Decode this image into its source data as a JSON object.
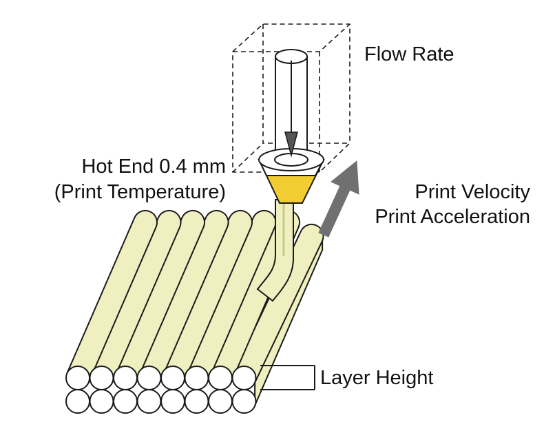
{
  "labels": {
    "flow_rate": "Flow Rate",
    "hot_end": "Hot End 0.4 mm",
    "print_temperature": "(Print Temperature)",
    "print_velocity": "Print Velocity",
    "print_acceleration": "Print Acceleration",
    "layer_height": "Layer Height"
  },
  "colors": {
    "filament_fill": "#efefc0",
    "nozzle_fill": "#f2cd32",
    "motion_arrow": "#707070",
    "stroke": "#1a1a1a",
    "background": "#ffffff"
  },
  "bead_grid": {
    "columns": 8,
    "rows": 2
  }
}
